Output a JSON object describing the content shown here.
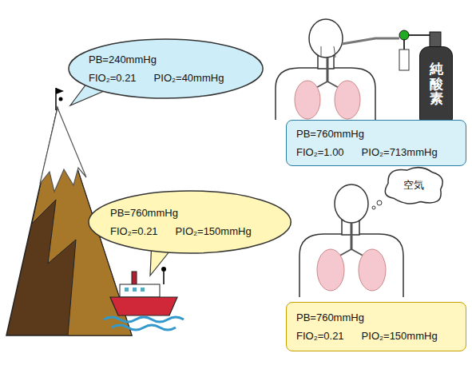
{
  "diagram": {
    "nodes": [
      {
        "text": [
          "PB=240mmHg",
          "FIO₂=0.21",
          "PIO₂=40mmHg"
        ]
      },
      {
        "text": [
          "純酸素"
        ]
      },
      {
        "text": [
          "PB=760mmHg",
          "FIO₂=1.00",
          "PIO₂=713mmHg"
        ]
      },
      {
        "text": [
          "空気"
        ]
      },
      {
        "text": [
          "PB=760mmHg",
          "FIO₂=0.21",
          "PIO₂=150mmHg"
        ]
      },
      {
        "text": [
          "PB=760mmHg",
          "FIO₂=0.21",
          "PIO₂=150mmHg"
        ]
      }
    ]
  }
}
